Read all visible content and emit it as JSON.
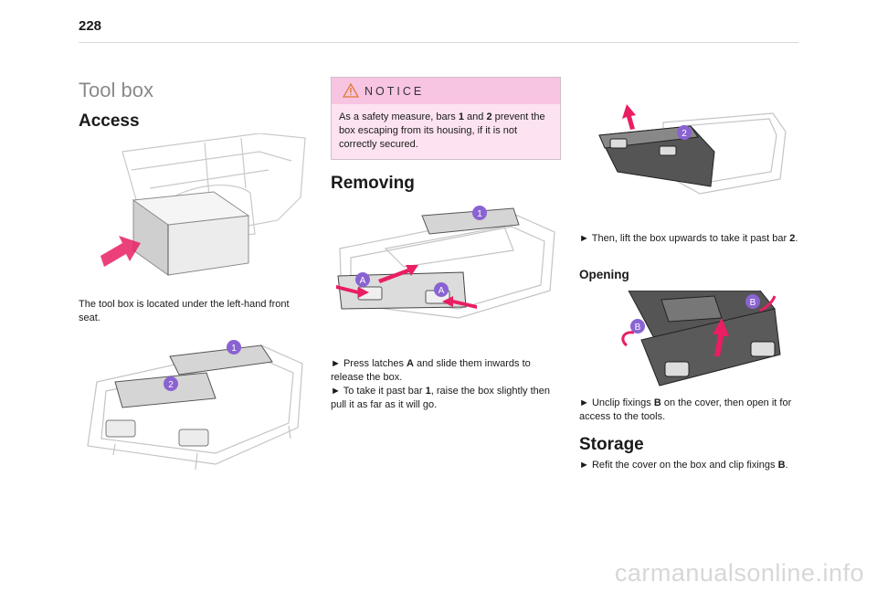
{
  "page": {
    "number": "228"
  },
  "left": {
    "section_title": "Tool box",
    "access_heading": "Access",
    "access_text": "The tool box is located under the left-hand front seat."
  },
  "notice": {
    "title": "NOTICE",
    "text_1": "As a safety measure, bars ",
    "bar1": "1",
    "text_2": " and ",
    "bar2": "2",
    "text_3": " prevent the box escaping from its housing, if it is not correctly secured."
  },
  "middle": {
    "removing_heading": "Removing",
    "step1_a": "► Press latches ",
    "step1_latch": "A",
    "step1_b": " and slide them inwards to release the box.",
    "step2_a": "► To take it past bar ",
    "step2_bar": "1",
    "step2_b": ", raise the box slightly then pull it as far as it will go."
  },
  "right": {
    "lift_a": "► Then, lift the box upwards to take it past bar ",
    "lift_bar": "2",
    "lift_b": ".",
    "opening_heading": "Opening",
    "open_a": "► Unclip fixings ",
    "open_fix": "B",
    "open_b": " on the cover, then open it for access to the tools.",
    "storage_heading": "Storage",
    "storage_a": "► Refit the cover on the box and clip fixings ",
    "storage_fix": "B",
    "storage_b": "."
  },
  "figure_labels": {
    "one": "1",
    "two": "2",
    "a": "A",
    "b": "B"
  },
  "colors": {
    "accent_callout": "#8a63d2",
    "arrow": "#e91e63",
    "notice_bg": "#fde3f1",
    "notice_head": "#f7c4e1"
  },
  "watermark": "carmanualsonline.info"
}
